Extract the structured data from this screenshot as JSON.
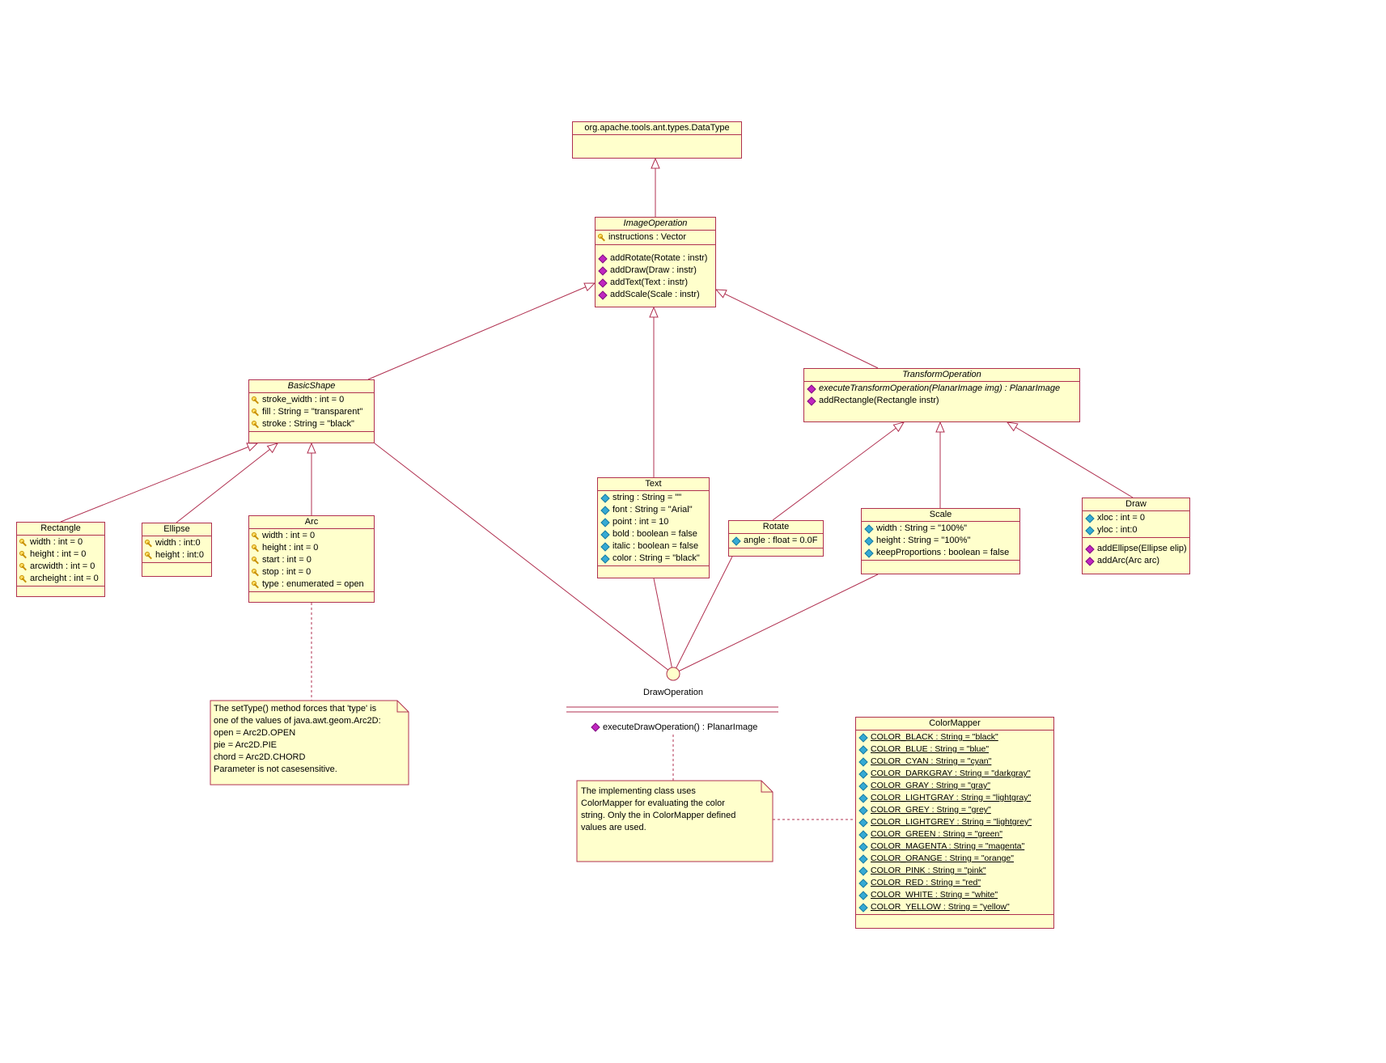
{
  "colors": {
    "background": "#ffffff",
    "box_fill": "#ffffcc",
    "line_border": "#b03050",
    "method_icon": "#c026c0",
    "static_attr_icon": "#35aad4",
    "attr_key_icon": "#c89000"
  },
  "icons": {
    "attribute_key": "small yellow key",
    "method_diamond": "magenta diamond",
    "static_attr_diamond": "cyan diamond"
  },
  "classes": {
    "datatype": {
      "name": "org.apache.tools.ant.types.DataType"
    },
    "image_operation": {
      "name": "ImageOperation",
      "attributes": [
        "instructions : Vector"
      ],
      "methods": [
        "addRotate(Rotate : instr)",
        "addDraw(Draw : instr)",
        "addText(Text : instr)",
        "addScale(Scale : instr)"
      ]
    },
    "basic_shape": {
      "name": "BasicShape",
      "attributes": [
        "stroke_width : int = 0",
        "fill : String = \"transparent\"",
        "stroke : String = \"black\""
      ]
    },
    "rectangle": {
      "name": "Rectangle",
      "attributes": [
        "width : int = 0",
        "height : int = 0",
        "arcwidth : int = 0",
        "archeight : int = 0"
      ]
    },
    "ellipse": {
      "name": "Ellipse",
      "attributes": [
        "width : int:0",
        "height : int:0"
      ]
    },
    "arc": {
      "name": "Arc",
      "attributes": [
        "width : int = 0",
        "height : int = 0",
        "start : int = 0",
        "stop : int = 0",
        "type : enumerated = open"
      ]
    },
    "text": {
      "name": "Text",
      "attributes": [
        "string : String = \"\"",
        "font : String = \"Arial\"",
        "point : int = 10",
        "bold : boolean = false",
        "italic : boolean = false",
        "color : String = \"black\""
      ]
    },
    "transform_operation": {
      "name": "TransformOperation",
      "methods": [
        "executeTransformOperation(PlanarImage img) : PlanarImage",
        "addRectangle(Rectangle instr)"
      ]
    },
    "rotate": {
      "name": "Rotate",
      "attributes": [
        "angle : float = 0.0F"
      ]
    },
    "scale": {
      "name": "Scale",
      "attributes": [
        "width : String = \"100%\"",
        "height : String = \"100%\"",
        "keepProportions : boolean = false"
      ]
    },
    "draw": {
      "name": "Draw",
      "attributes": [
        "xloc : int = 0",
        "yloc : int:0"
      ],
      "methods": [
        "addEllipse(Ellipse elip)",
        "addArc(Arc arc)"
      ]
    },
    "color_mapper": {
      "name": "ColorMapper",
      "attributes": [
        "COLOR_BLACK : String = \"black\"",
        "COLOR_BLUE : String = \"blue\"",
        "COLOR_CYAN : String = \"cyan\"",
        "COLOR_DARKGRAY : String = \"darkgray\"",
        "COLOR_GRAY : String = \"gray\"",
        "COLOR_LIGHTGRAY : String = \"lightgray\"",
        "COLOR_GREY : String = \"grey\"",
        "COLOR_LIGHTGREY : String = \"lightgrey\"",
        "COLOR_GREEN : String = \"green\"",
        "COLOR_MAGENTA : String = \"magenta\"",
        "COLOR_ORANGE : String = \"orange\"",
        "COLOR_PINK : String = \"pink\"",
        "COLOR_RED : String = \"red\"",
        "COLOR_WHITE : String = \"white\"",
        "COLOR_YELLOW : String = \"yellow\""
      ]
    }
  },
  "interface_lollipop": {
    "name": "DrawOperation",
    "method": "executeDrawOperation() : PlanarImage"
  },
  "notes": {
    "arc_note": {
      "text": "The setType() method forces that 'type' is\none of the values of java.awt.geom.Arc2D:\nopen = Arc2D.OPEN\npie = Arc2D.PIE\nchord = Arc2D.CHORD\nParameter is not casesensitive."
    },
    "color_note": {
      "text": "The implementing class uses\nColorMapper for evaluating the color\nstring. Only the in ColorMapper defined\nvalues are used."
    }
  }
}
